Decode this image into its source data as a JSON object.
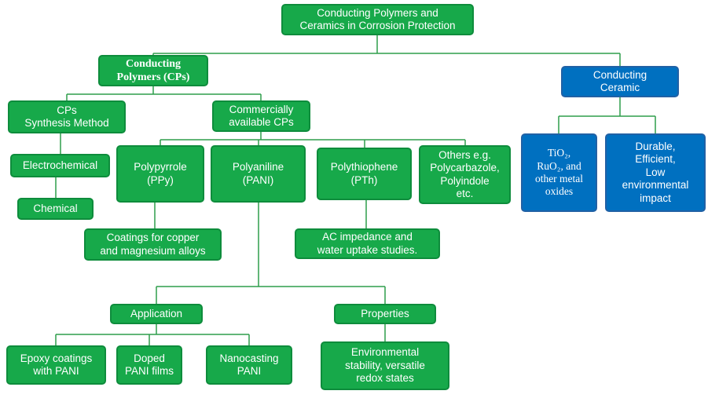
{
  "diagram": {
    "nodes": {
      "root": {
        "label": "Conducting Polymers and\nCeramics in Corrosion Protection"
      },
      "cps": {
        "label": "Conducting\nPolymers (CPs)"
      },
      "ceramic": {
        "label": "Conducting\nCeramic"
      },
      "synthesis": {
        "label": "CPs\nSynthesis Method"
      },
      "commercial": {
        "label": "Commercially\navailable CPs"
      },
      "electrochemical": {
        "label": "Electrochemical"
      },
      "chemical": {
        "label": "Chemical"
      },
      "polypyrrole": {
        "label": "Polypyrrole\n(PPy)"
      },
      "polyaniline": {
        "label": "Polyaniline\n(PANI)"
      },
      "polythiophene": {
        "label": "Polythiophene\n(PTh)"
      },
      "others": {
        "label": "Others e.g.\nPolycarbazole,\nPolyindole\netc."
      },
      "coatings": {
        "label": "Coatings for copper\nand magnesium alloys"
      },
      "impedance": {
        "label": "AC impedance and\nwater uptake studies."
      },
      "application": {
        "label": "Application"
      },
      "properties": {
        "label": "Properties"
      },
      "epoxy": {
        "label": "Epoxy coatings\nwith PANI"
      },
      "doped": {
        "label": "Doped\nPANI films"
      },
      "nanocasting": {
        "label": "Nanocasting\nPANI"
      },
      "environment": {
        "label": "Environmental\nstability, versatile\nredox states"
      },
      "oxides": {
        "label": "TiO₂,\nRuO₂, and\nother metal\noxides"
      },
      "durable": {
        "label": "Durable,\nEfficient,\nLow\nenvironmental\nimpact"
      }
    },
    "colors": {
      "polymer_green": "#17a94a",
      "ceramic_blue": "#0070c0",
      "connector_green": "#2f9e4c",
      "text": "#ffffff"
    }
  }
}
